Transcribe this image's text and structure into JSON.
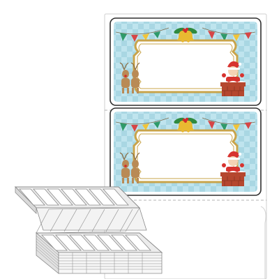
{
  "product": {
    "kind": "christmas-label-sheet",
    "labels_on_sheet": 2,
    "label_theme": "christmas",
    "decorations": [
      "bunting-flags",
      "bells-with-holly",
      "reindeer-pair",
      "santa-in-chimney"
    ]
  },
  "colors": {
    "sheet": "#ffffff",
    "sheet_outline": "#cfcfcf",
    "label_border": "#2f2f2f",
    "label_bg": "#bfe4ee",
    "label_check": "#a9d7e3",
    "frame_gold": "#c9a44a",
    "frame_inner": "#ffffff",
    "bell_gold": "#e9b931",
    "holly_green": "#2f8a3f",
    "berry_red": "#d42a2a",
    "flag_green": "#2f9a6a",
    "flag_red": "#d64646",
    "flag_yellow": "#f0c43a",
    "santa_red": "#d7332f",
    "chimney_brick": "#b5472f",
    "reindeer_brown": "#b98a55",
    "fanfold_fill": "#ececec",
    "fanfold_line": "#8a8a8a"
  }
}
